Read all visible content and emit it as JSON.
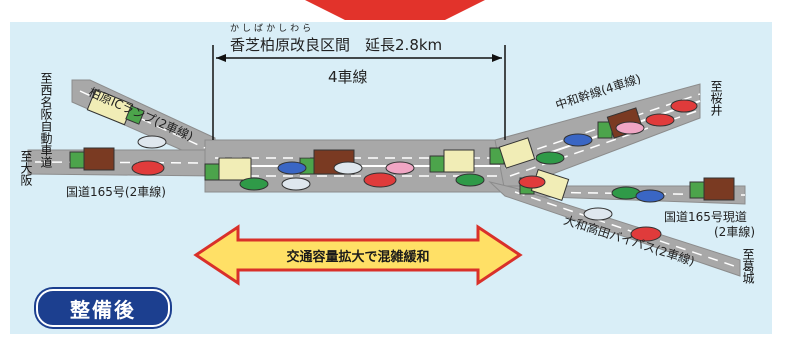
{
  "colors": {
    "panel": "#d9eef7",
    "road": "#a8a8a8",
    "road_edge": "#8c8c8c",
    "lane_line": "#ffffff",
    "banner": "#e2332b",
    "arrow_fill": "#ffe066",
    "arrow_stroke": "#d9302a",
    "badge": "#1c3f8f"
  },
  "section": {
    "ruby": "かしばかしわら",
    "title": "香芝柏原改良区間　延長2.8km",
    "lanes": "4車線"
  },
  "labels": {
    "kashiwara_ramp": "柏原ICランプ(2車線)",
    "route165_left": "国道165号(2車線)",
    "nakawa_line": "中和幹線(4車線)",
    "route165_current_1": "国道165号現道",
    "route165_current_2": "(2車線)",
    "yamato_bypass": "大和高田バイパス(2車線)"
  },
  "destinations": {
    "nishimeihan": "至西名阪自動車道",
    "osaka": "至大阪",
    "sakurai": "至桜井",
    "katsuragi": "至葛城"
  },
  "arrow_text": "交通容量拡大で混雑緩和",
  "badge": "整備後"
}
